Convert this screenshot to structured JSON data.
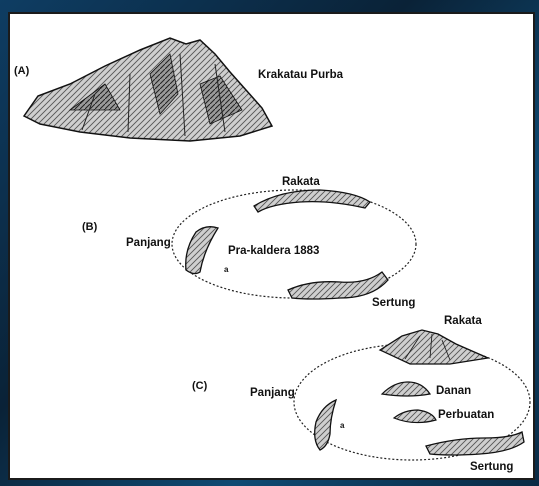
{
  "panels": {
    "a": {
      "tag": "(A)",
      "label": "Krakatau Purba"
    },
    "b": {
      "tag": "(B)",
      "rakata": "Rakata",
      "panjang": "Panjang",
      "center": "Pra-kaldera 1883",
      "sertung": "Sertung",
      "small": "a"
    },
    "c": {
      "tag": "(C)",
      "rakata": "Rakata",
      "panjang": "Panjang",
      "danan": "Danan",
      "perbuatan": "Perbuatan",
      "sertung": "Sertung",
      "small": "a"
    }
  }
}
